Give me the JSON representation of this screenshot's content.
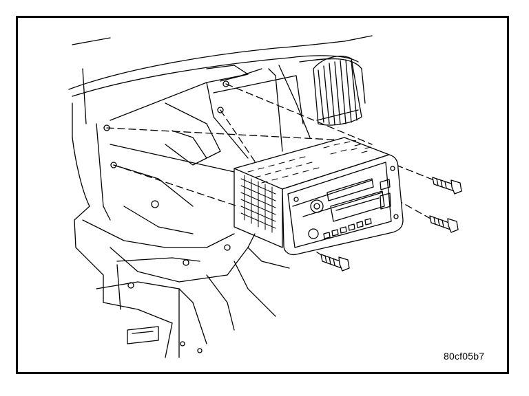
{
  "figure": {
    "id_label": "80cf05b7",
    "ink_color": "#000000",
    "paper_color": "#ffffff"
  },
  "parts": {
    "radio": "radio-unit",
    "bolts": [
      "mounting-bolt",
      "mounting-bolt",
      "mounting-bolt"
    ],
    "panel": "instrument-panel"
  }
}
